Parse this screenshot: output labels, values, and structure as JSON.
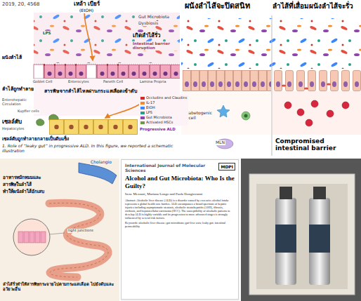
{
  "diagram": {
    "nodes": [
      {
        "text": [
          "International Journal of Molecular Sciences",
          "Alcohol and Gut Microbiota: Who Is the Guilty?",
          "Irene Mezzani, Mariana Longo and Paola Dongiovanni",
          "Abstract: Alcoholic liver disease (ALD) is a disorder caused by excessive alcohol intake represents a global health care burden. ALD encompasses a broad spectrum of hepatic injuries including asymptomatic steatosis, alcoholic steatohepatitis (ASH), fibrosis, cirrhosis, and hepatocellular carcinoma (HCC). The susceptibility of alcoholic patients to develop ALD is highly variable and its progression to more advanced stages is strongly influenced by several risk factors.",
          "Keywords: alcoholic liver disease; gut microbiota; gut-liver axis; leaky gut; intestinal permeability"
        ]
      },
      {
        "text": [
          "MDPI"
        ],
        "in": 0
      }
    ],
    "labels": [
      "2019, 20, 4568",
      "เหล้า เบียร์",
      "(EtOH)",
      "LPS",
      "Gut Microbiota",
      "Dysbiosis",
      "เกิดลำไส้รั่ว",
      "Intestinal barrier disruption",
      "ผนังลำไส้",
      "Goblet Cell",
      "Enterocytes",
      "Paneth Cell",
      "Lamina Propria",
      "ลำไส้ถูกทำลาย",
      "สารพิษจากลำไส้ไหลผ่านกระแสเลือดเข้าตับ",
      "Enterohepatic Circulation",
      "Kupffer cells",
      "เซลล์ตับ",
      "Hepatocytes",
      "Progressive ALD",
      "เซลล์ตับถูกทำลายกลายเป็นตับแข็ง",
      "1. Role of “leaky gut” in progressive ALD. In this figure, we reported a schematic illustration",
      "ผนังลำไส้จะปิดสนิท",
      "ลำไส้ที่เสื่อมผนังลำไส้จะรั่ว",
      "diabetogenic T cell",
      "MLN",
      "Compromised intestinal barrier",
      "Cholangio",
      "อาหารหมักหมมและ",
      "สารพิษในลำไส้",
      "ทำให้ผนังลำไส้อักเสบ",
      "tight junctions",
      "ลำไส้รั่วทำให้สารพิษกระจายไปตามกระแสเลือด ไปยังตับและอวัยวะอื่น"
    ],
    "legend": [
      {
        "text": "Occludins and Claudins",
        "color": "#d62828"
      },
      {
        "text": "IL-17",
        "color": "#f28c28"
      },
      {
        "text": "EtOH",
        "color": "#3a86ff"
      },
      {
        "text": "LPS",
        "color": "#2a9d8f"
      },
      {
        "text": "Gut Microbiota",
        "color": "#8e44ad"
      },
      {
        "text": "Activated HSCs",
        "color": "#6a994e"
      }
    ]
  }
}
